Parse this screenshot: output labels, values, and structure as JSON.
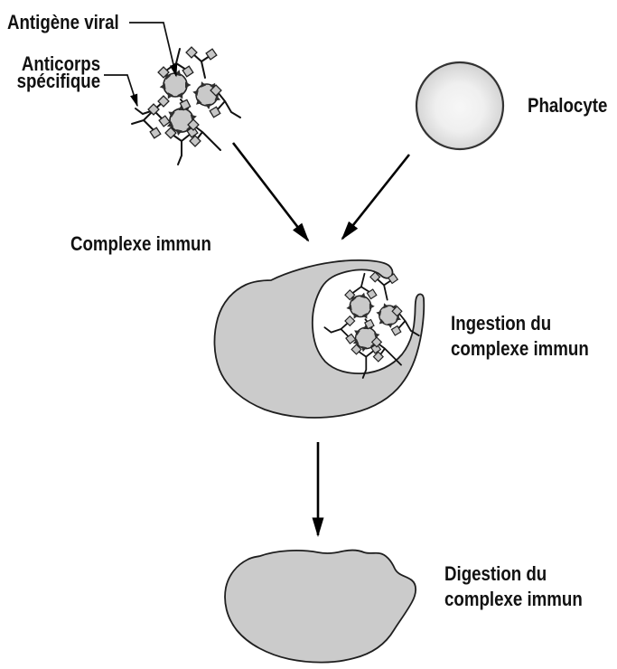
{
  "diagram": {
    "labels": {
      "antigen": "Antigène viral",
      "antibody_line1": "Anticorps",
      "antibody_line2": "spécifique",
      "phagocyte": "Phalocyte",
      "complex": "Complexe immun",
      "ingestion_line1": "Ingestion du",
      "ingestion_line2": "complexe immun",
      "digestion_line1": "Digestion du",
      "digestion_line2": "complexe immun"
    },
    "colors": {
      "background": "#ffffff",
      "cell_fill": "#cbcbcb",
      "cell_outline": "#1f1f1f",
      "antigen_fill": "#c9c9c9",
      "diamond_fill": "#c6c6c6",
      "antibody_stroke": "#111111",
      "arrow": "#000000",
      "text": "#111111",
      "phagocyte_highlight": "#f7f7f7",
      "phagocyte_edge": "#c6c6c6"
    }
  }
}
